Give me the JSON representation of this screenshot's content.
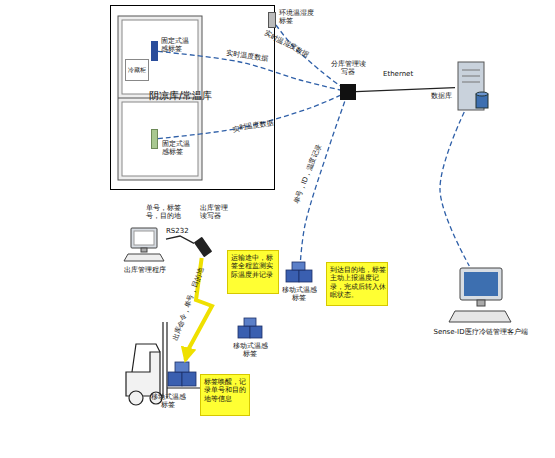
{
  "diagram": {
    "nodes": [
      {
        "text": [
          "阴凉库/常温库"
        ]
      },
      {
        "text": [
          "冷藏柜"
        ],
        "in": 0
      },
      {
        "text": [
          "固定式温感标签"
        ],
        "in": 0
      },
      {
        "text": [
          "固定式温感标签"
        ],
        "in": 0
      },
      {
        "text": [
          "环境温湿度标签"
        ]
      },
      {
        "text": [
          "分库管理读写器"
        ]
      },
      {
        "text": [
          "数据库"
        ]
      },
      {
        "text": [
          "Sense-ID医疗冷链管理客户端"
        ]
      },
      {
        "text": [
          "出库管理程序"
        ]
      },
      {
        "text": [
          "出库管理读写器"
        ]
      },
      {
        "text": [
          "移动式温感标签"
        ]
      },
      {
        "text": [
          "移动式温感标签"
        ]
      },
      {
        "text": [
          "移动式温感标签"
        ]
      },
      {
        "text": [
          "标签唤醒，记录单号和目的地等信息"
        ]
      },
      {
        "text": [
          "运输途中，标签全程监测实际温度并记录"
        ]
      },
      {
        "text": [
          "到达目的地，标签主动上报温度记录，完成后转入休眠状态。"
        ]
      }
    ],
    "edges": [
      {
        "from": 2,
        "to": 5,
        "label": "实时温度数据",
        "arrow": "none"
      },
      {
        "from": 4,
        "to": 5,
        "label": "实时温湿度数据",
        "arrow": "none"
      },
      {
        "from": 3,
        "to": 5,
        "label": "实时温度数据",
        "arrow": "none"
      },
      {
        "from": 5,
        "to": 6,
        "label": "Ethernet",
        "arrow": "none"
      },
      {
        "from": 6,
        "to": 7,
        "arrow": "none"
      },
      {
        "from": 8,
        "to": 9,
        "label": "RS232",
        "arrow": "none"
      },
      {
        "from": 9,
        "to": 10,
        "label": "出库命令，单号，目的地",
        "arrow": "to"
      },
      {
        "from": 12,
        "to": 5,
        "label": "单号，ID，温度记录",
        "arrow": "none"
      }
    ],
    "labels": [
      "单号，标签号，目的地"
    ]
  }
}
